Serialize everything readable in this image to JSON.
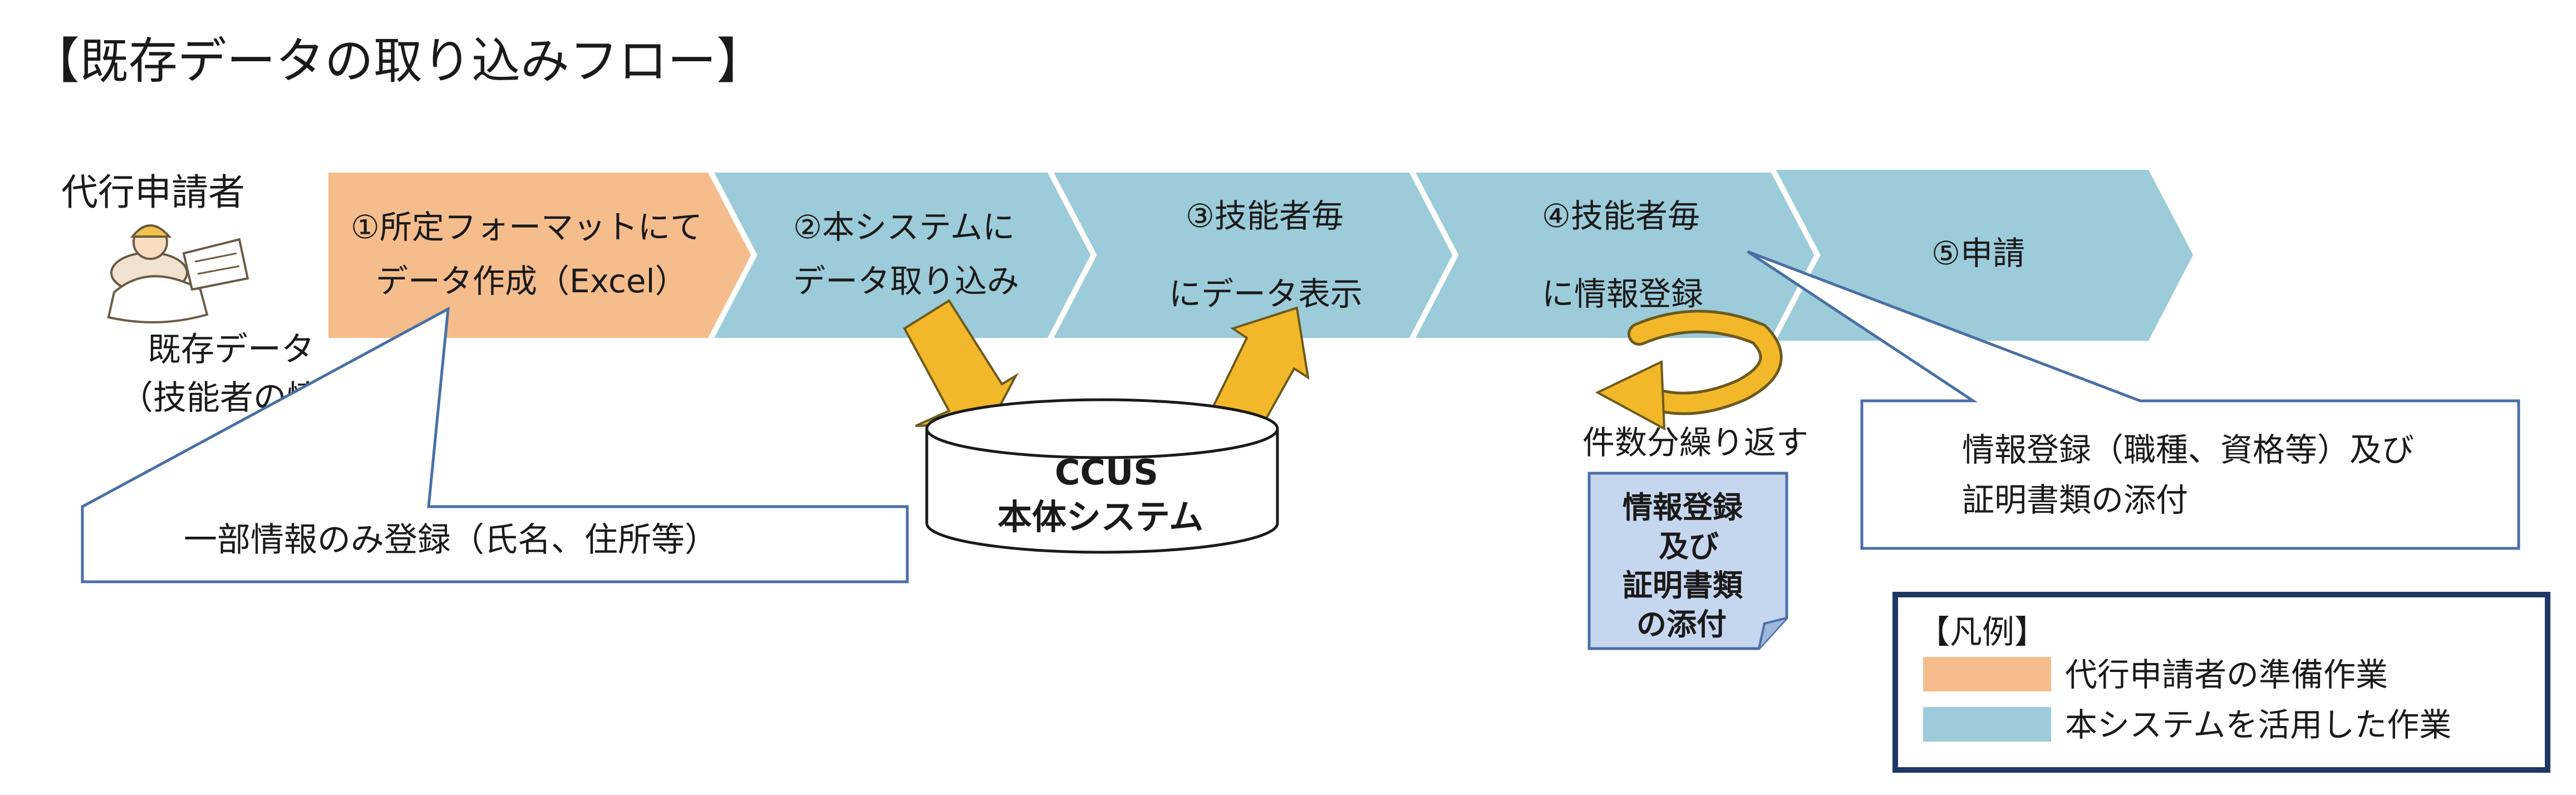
{
  "title": "【既存データの取り込みフロー】",
  "actor": {
    "label": "代行申請者",
    "data_label_line1": "既存データ",
    "data_label_line2": "（技能者の情報）"
  },
  "steps": [
    {
      "line1": "①所定フォーマットにて",
      "line2": "データ作成（Excel）",
      "kind": "preparation"
    },
    {
      "line1": "②本システムに",
      "line2": "データ取り込み",
      "kind": "system"
    },
    {
      "line1": "③技能者毎",
      "line2": "にデータ表示",
      "kind": "system"
    },
    {
      "line1": "④技能者毎",
      "line2": "に情報登録",
      "kind": "system"
    },
    {
      "line1": "⑤申請",
      "line2": "",
      "kind": "system"
    }
  ],
  "callout_left": "一部情報のみ登録（氏名、住所等）",
  "callout_right": {
    "line1": "情報登録（職種、資格等）及び",
    "line2": "証明書類の添付"
  },
  "database": {
    "line1": "CCUS",
    "line2": "本体システム"
  },
  "repeat_label": "件数分繰り返す",
  "document": {
    "line1": "情報登録",
    "line2": "及び",
    "line3": "証明書類",
    "line4": "の添付"
  },
  "legend": {
    "title": "【凡例】",
    "items": [
      {
        "label": "代行申請者の準備作業",
        "color": "#f5bc8c"
      },
      {
        "label": "本システムを活用した作業",
        "color": "#9ccbd9"
      }
    ]
  },
  "colors": {
    "preparation": "#f5bc8c",
    "system": "#9ccbd9",
    "arrow_yellow": "#f2b82a",
    "legend_border": "#1f3864",
    "callout_border": "#4a6fa5"
  },
  "icons": [
    "worker-with-blueprints-icon",
    "database-cylinder-icon",
    "curved-repeat-arrow-icon",
    "down-arrow-icon",
    "up-arrow-icon"
  ]
}
